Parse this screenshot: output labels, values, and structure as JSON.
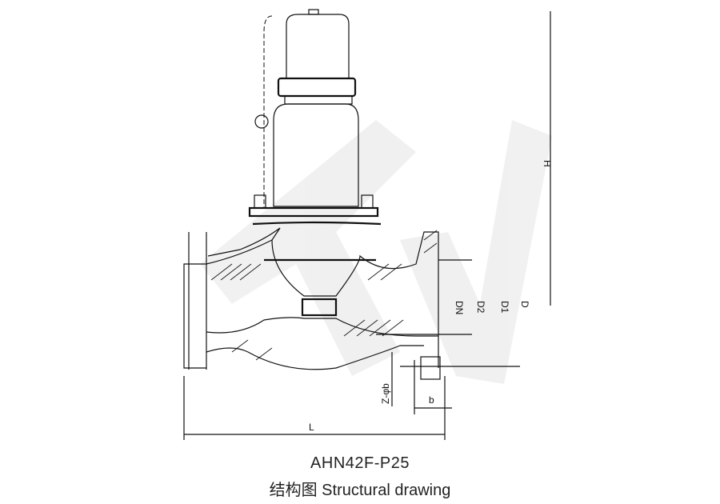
{
  "drawing": {
    "model": "AHN42F-P25",
    "caption": "结构图 Structural drawing",
    "watermark": "TW",
    "dimension_labels": {
      "height": "H",
      "length": "L",
      "flange_thickness": "b",
      "bolt_holes": "Z-φb",
      "nominal_diameter": "DN",
      "d2": "D2",
      "d1": "D1",
      "d": "D"
    }
  }
}
